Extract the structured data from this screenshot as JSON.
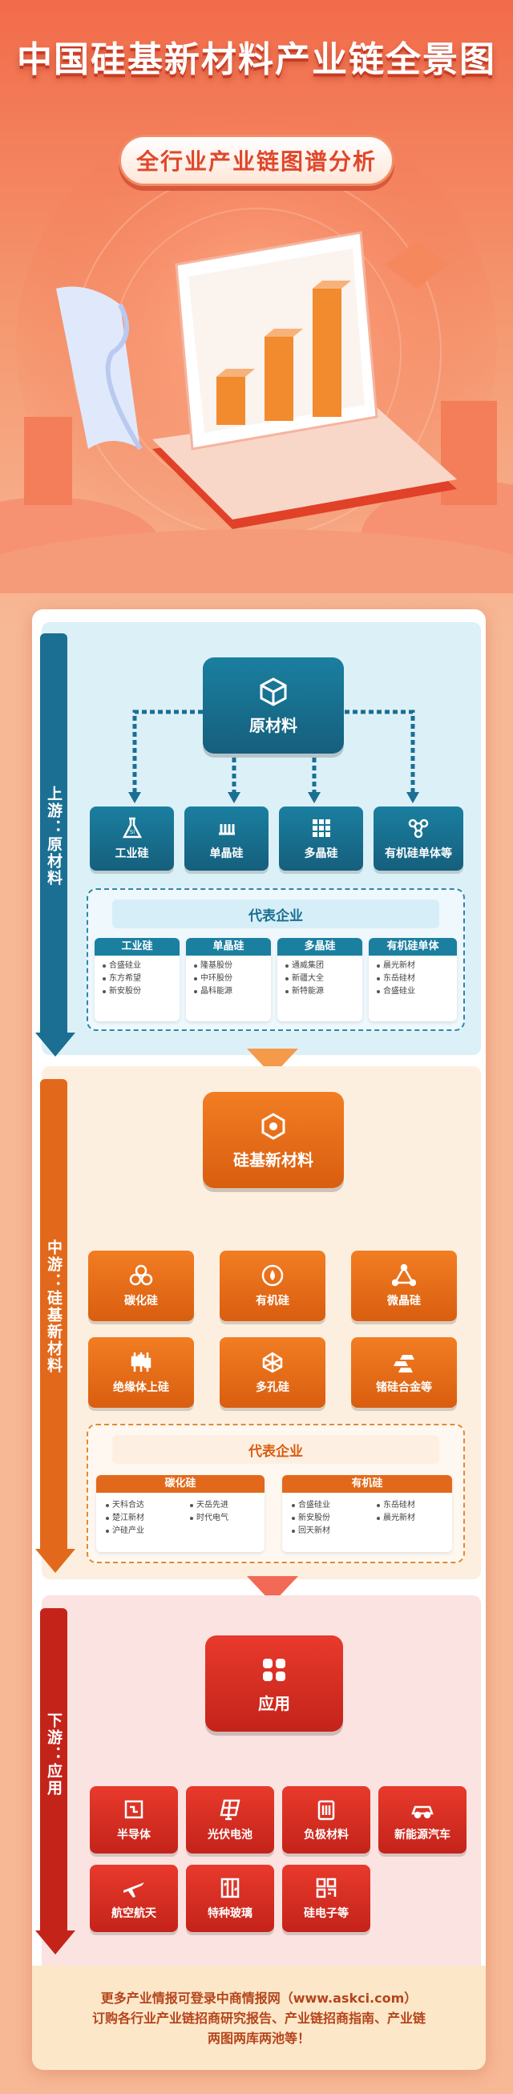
{
  "header": {
    "title": "中国硅基新材料产业链全景图",
    "subtitle": "全行业产业链图谱分析"
  },
  "colors": {
    "upstream": "#1b7fa0",
    "midstream": "#f27d22",
    "downstream": "#e83a2c"
  },
  "upstream": {
    "side_label": "上游：原材料",
    "main_node": "原材料",
    "nodes": [
      "工业硅",
      "单晶硅",
      "多晶硅",
      "有机硅单体等"
    ],
    "companies_title": "代表企业",
    "companies": [
      {
        "name": "工业硅",
        "items": [
          "合盛硅业",
          "东方希望",
          "新安股份"
        ]
      },
      {
        "name": "单晶硅",
        "items": [
          "隆基股份",
          "中环股份",
          "晶科能源"
        ]
      },
      {
        "name": "多晶硅",
        "items": [
          "通威集团",
          "新疆大全",
          "新特能源"
        ]
      },
      {
        "name": "有机硅单体",
        "items": [
          "晨光新材",
          "东岳硅材",
          "合盛硅业"
        ]
      }
    ]
  },
  "midstream": {
    "side_label": "中游：硅基新材料",
    "main_node": "硅基新材料",
    "nodes": [
      "碳化硅",
      "有机硅",
      "微晶硅",
      "绝缘体上硅",
      "多孔硅",
      "锗硅合金等"
    ],
    "companies_title": "代表企业",
    "companies": [
      {
        "name": "碳化硅",
        "items": [
          "天科合达",
          "天岳先进",
          "楚江新材",
          "时代电气",
          "沪硅产业"
        ]
      },
      {
        "name": "有机硅",
        "items": [
          "合盛硅业",
          "东岳硅材",
          "新安股份",
          "晨光新材",
          "回天新材"
        ]
      }
    ]
  },
  "downstream": {
    "side_label": "下游：应用",
    "main_node": "应用",
    "nodes": [
      "半导体",
      "光伏电池",
      "负极材料",
      "新能源汽车",
      "航空航天",
      "特种玻璃",
      "硅电子等"
    ]
  },
  "footer": {
    "line1": "更多产业情报可登录中商情报网（www.askci.com）",
    "line2": "订购各行业产业链招商研究报告、产业链招商指南、产业链",
    "line3": "两图两库两池等！"
  }
}
